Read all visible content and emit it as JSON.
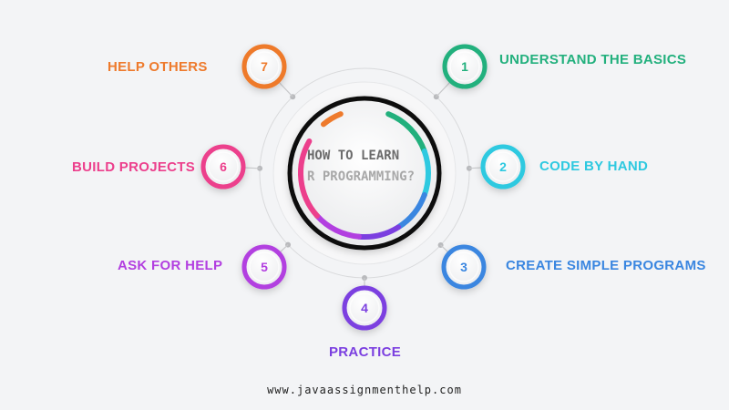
{
  "center": {
    "line1": "HOW TO LEARN",
    "line2": "R PROGRAMMING?"
  },
  "steps": [
    {
      "number": "1",
      "label": "UNDERSTAND THE BASICS",
      "color": "#22b07d"
    },
    {
      "number": "2",
      "label": "CODE BY HAND",
      "color": "#2ec9e0"
    },
    {
      "number": "3",
      "label": "CREATE SIMPLE PROGRAMS",
      "color": "#3a86e0"
    },
    {
      "number": "4",
      "label": "PRACTICE",
      "color": "#7b3fe0"
    },
    {
      "number": "5",
      "label": "ASK FOR HELP",
      "color": "#b23fe0"
    },
    {
      "number": "6",
      "label": "BUILD PROJECTS",
      "color": "#ec3f8c"
    },
    {
      "number": "7",
      "label": "HELP OTHERS",
      "color": "#ee7a2c"
    }
  ],
  "footer": "www.javaassignmenthelp.com"
}
